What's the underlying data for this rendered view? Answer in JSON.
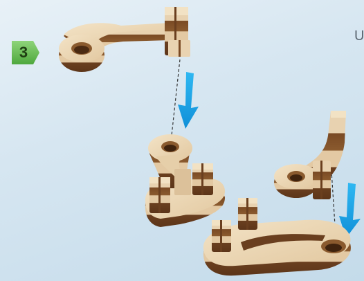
{
  "step": {
    "number": "3"
  },
  "edge_text": "U",
  "colors": {
    "badge_green": "#5cb85c",
    "arrow_blue": "#1aa7ec",
    "wood_light": "#e9d3b1",
    "wood_dark": "#6a3f1f"
  },
  "icons": [
    "down-arrow-icon",
    "down-arrow-icon"
  ],
  "parts": [
    "part-top-lever",
    "part-middle-base",
    "part-right-lever",
    "part-bottom-base"
  ]
}
